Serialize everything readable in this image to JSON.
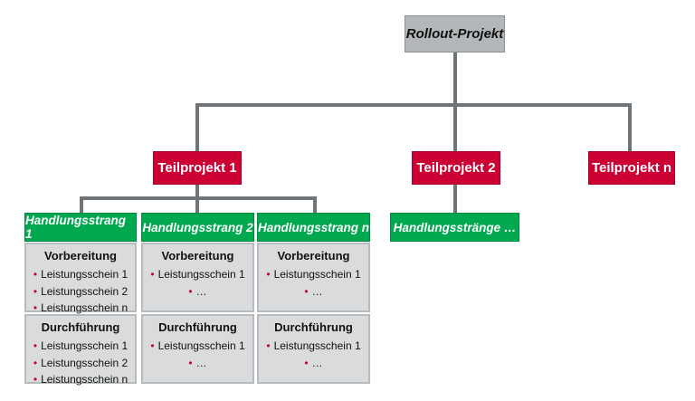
{
  "root": {
    "label": "Rollout-Projekt"
  },
  "subprojects": [
    {
      "label": "Teilprojekt 1"
    },
    {
      "label": "Teilprojekt 2"
    },
    {
      "label": "Teilprojekt n"
    }
  ],
  "strands": [
    {
      "label": "Handlungsstrang 1",
      "prep": {
        "title": "Vorbereitung",
        "items": [
          "Leistungsschein 1",
          "Leistungsschein 2",
          "Leistungsschein n"
        ]
      },
      "exec": {
        "title": "Durchführung",
        "items": [
          "Leistungsschein 1",
          "Leistungsschein 2",
          "Leistungsschein n"
        ]
      }
    },
    {
      "label": "Handlungsstrang 2",
      "prep": {
        "title": "Vorbereitung",
        "items": [
          "Leistungsschein 1",
          "…"
        ]
      },
      "exec": {
        "title": "Durchführung",
        "items": [
          "Leistungsschein 1",
          "…"
        ]
      }
    },
    {
      "label": "Handlungsstrang n",
      "prep": {
        "title": "Vorbereitung",
        "items": [
          "Leistungsschein 1",
          "…"
        ]
      },
      "exec": {
        "title": "Durchführung",
        "items": [
          "Leistungsschein 1",
          "…"
        ]
      }
    }
  ],
  "strands_tp2": {
    "label": "Handlungsstränge …"
  },
  "colors": {
    "root": "#b4b7b9",
    "subproject": "#cc0033",
    "strand": "#00a94f",
    "card": "#d9dbdc",
    "connector": "#6f7478"
  }
}
